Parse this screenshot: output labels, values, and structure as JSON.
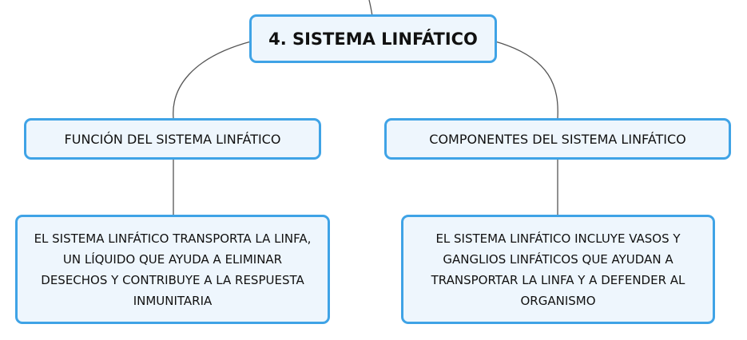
{
  "diagram": {
    "root": {
      "label": "4. SISTEMA LINFÁTICO"
    },
    "branches": [
      {
        "label": "FUNCIÓN DEL SISTEMA LINFÁTICO",
        "detail": "EL SISTEMA LINFÁTICO TRANSPORTA LA LINFA, UN LÍQUIDO QUE AYUDA A ELIMINAR DESECHOS Y CONTRIBUYE A LA RESPUESTA INMUNITARIA"
      },
      {
        "label": "COMPONENTES DEL SISTEMA LINFÁTICO",
        "detail": "EL SISTEMA LINFÁTICO INCLUYE VASOS Y GANGLIOS LINFÁTICOS QUE AYUDAN A TRANSPORTAR LA LINFA Y A DEFENDER AL ORGANISMO"
      }
    ]
  },
  "colors": {
    "node_border": "#3fa3e6",
    "node_fill": "#eef6fd",
    "connector": "#555555"
  }
}
